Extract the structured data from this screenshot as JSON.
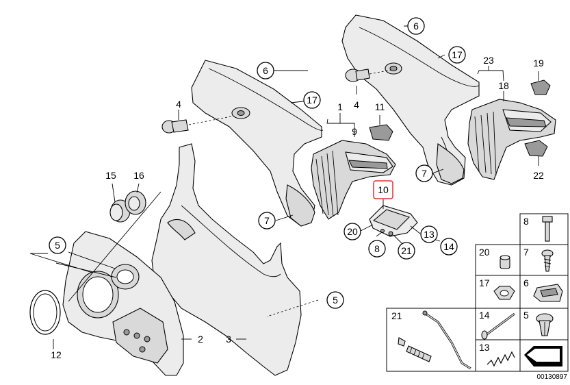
{
  "diagram": {
    "doc_number": "00130897",
    "callouts": {
      "c6_left": "6",
      "c17_left": "17",
      "c4_left": "4",
      "c1": "1",
      "c9": "9",
      "c11": "11",
      "c6_right": "6",
      "c17_right": "17",
      "c4_right": "4",
      "c23": "23",
      "c18": "18",
      "c19": "19",
      "c7_right": "7",
      "c22": "22",
      "c15": "15",
      "c16": "16",
      "c10": "10",
      "c7_mid": "7",
      "c20": "20",
      "c8": "8",
      "c21": "21",
      "c13": "13",
      "c14": "14",
      "c5_left": "5",
      "c5_right": "5",
      "c2": "2",
      "c3": "3",
      "c12": "12"
    },
    "legend": [
      {
        "label": "8",
        "icon": "bolt-icon"
      },
      {
        "label": "20",
        "icon": "cap-icon"
      },
      {
        "label": "7",
        "icon": "screw-icon"
      },
      {
        "label": "17",
        "icon": "nut-icon"
      },
      {
        "label": "6",
        "icon": "clip-icon"
      },
      {
        "label": "14",
        "icon": "pin-icon"
      },
      {
        "label": "5",
        "icon": "expanding-rivet-icon"
      },
      {
        "label": "13",
        "icon": "spring-icon"
      },
      {
        "label": "21",
        "icon": "cable-icon"
      },
      {
        "label": "",
        "icon": "shim-icon"
      }
    ]
  }
}
